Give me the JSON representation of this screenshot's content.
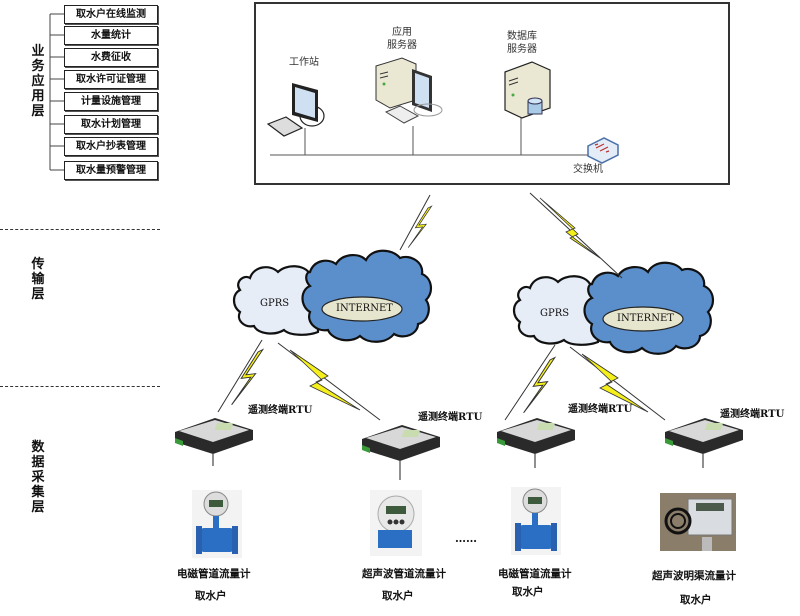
{
  "layers": {
    "application": "业务应用层",
    "transport": "传输层",
    "collection": "数据采集层"
  },
  "application_items": [
    "取水户在线监测",
    "水量统计",
    "水费征收",
    "取水许可证管理",
    "计量设施管理",
    "取水计划管理",
    "取水户抄表管理",
    "取水量预警管理"
  ],
  "network": {
    "workstation": "工作站",
    "app_server": [
      "应用",
      "服务器"
    ],
    "db_server": [
      "数据库",
      "服务器"
    ],
    "switch": "交换机"
  },
  "clouds": [
    {
      "gprs": "GPRS",
      "internet": "INTERNET"
    },
    {
      "gprs": "GPRS",
      "internet": "INTERNET"
    }
  ],
  "rtus": [
    {
      "label": "遥测终端RTU"
    },
    {
      "label": "遥测终端RTU"
    },
    {
      "label": "遥测终端RTU"
    },
    {
      "label": "遥测终端RTU"
    }
  ],
  "meters": [
    {
      "name": "电磁管道流量计",
      "user": "取水户"
    },
    {
      "name": "超声波管道流量计",
      "user": "取水户"
    },
    {
      "name": "电磁管道流量计",
      "user": "取水户"
    },
    {
      "name": "超声波明渠流量计",
      "user": "取水户"
    }
  ],
  "ellipsis": "……",
  "colors": {
    "cloud_gprs": "#e6edf7",
    "cloud_internet": "#5b8fcc",
    "internet_oval": "#e6e6cf",
    "lightning": "#f5ef1c",
    "meter_blue": "#2b6fc4"
  }
}
